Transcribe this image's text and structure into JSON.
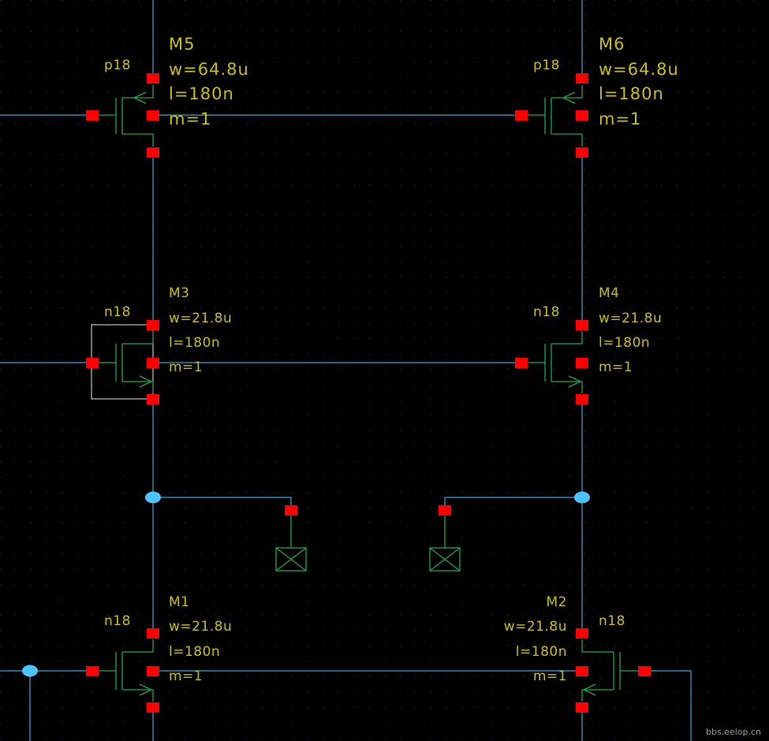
{
  "schematic": {
    "transistors": [
      {
        "instance": "M5",
        "model": "p18",
        "w": "w=64.8u",
        "l": "l=180n",
        "m": "m=1"
      },
      {
        "instance": "M6",
        "model": "p18",
        "w": "w=64.8u",
        "l": "l=180n",
        "m": "m=1"
      },
      {
        "instance": "M3",
        "model": "n18",
        "w": "w=21.8u",
        "l": "l=180n",
        "m": "m=1"
      },
      {
        "instance": "M4",
        "model": "n18",
        "w": "w=21.8u",
        "l": "l=180n",
        "m": "m=1"
      },
      {
        "instance": "M1",
        "model": "n18",
        "w": "w=21.8u",
        "l": "l=180n",
        "m": "m=1"
      },
      {
        "instance": "M2",
        "model": "n18",
        "w": "w=21.8u",
        "l": "l=180n",
        "m": "m=1"
      }
    ],
    "colors": {
      "background": "#000000",
      "wire": "#3aa4d8",
      "symbol": "#19a84a",
      "pin": "#ff0000",
      "label": "#c8c000",
      "junction": "#4cc4ff"
    }
  },
  "watermark": "bbs.eelop.cn"
}
